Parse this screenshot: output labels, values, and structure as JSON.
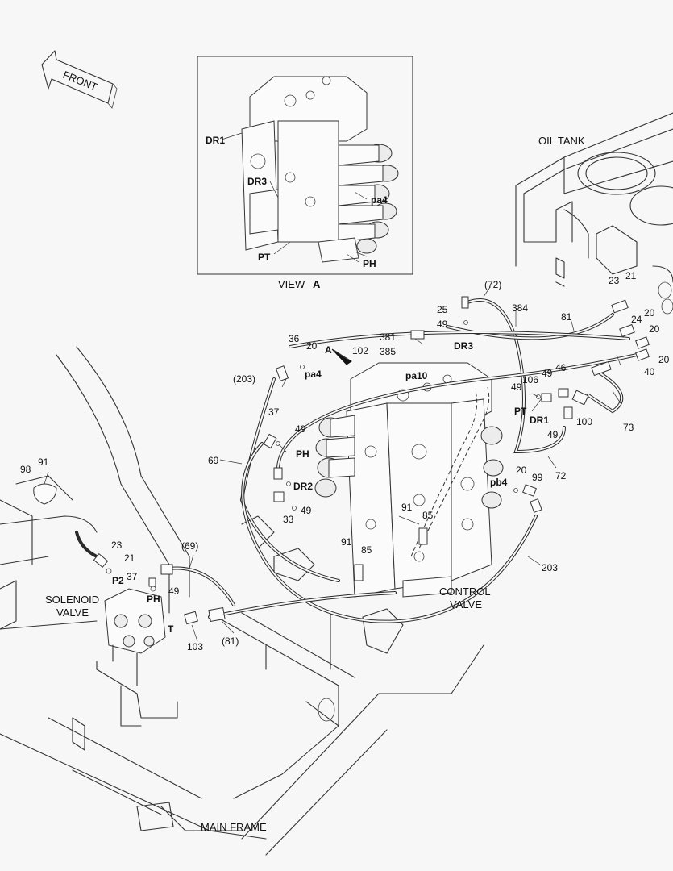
{
  "inset": {
    "caption_prefix": "VIEW",
    "caption_letter": "A",
    "ports": [
      "DR1",
      "DR3",
      "pa4",
      "PT",
      "PH"
    ]
  },
  "front_label": "FRONT",
  "oil_tank": "OIL TANK",
  "solenoid_valve": [
    "SOLENOID",
    "VALVE"
  ],
  "control_valve": [
    "CONTROL",
    "VALVE"
  ],
  "main_frame": "MAIN FRAME",
  "view_marker": "A",
  "ports": {
    "dr3": "DR3",
    "pa4": "pa4",
    "pa10": "pa10",
    "ph_cv": "PH",
    "dr2": "DR2",
    "pt": "PT",
    "dr1": "DR1",
    "pb4": "pb4",
    "p2": "P2",
    "ph_sv": "PH",
    "t": "T"
  },
  "labels": {
    "l72p": "(72)",
    "l384": "384",
    "l25": "25",
    "l49a": "49",
    "l381": "381",
    "l385": "385",
    "l81": "81",
    "l23a": "23",
    "l21a": "21",
    "l20a": "20",
    "l24": "24",
    "l20b": "20",
    "l20c": "20",
    "l40": "40",
    "l36": "36",
    "l20d": "20",
    "l102": "102",
    "l203p": "(203)",
    "l106": "106",
    "l49b": "49",
    "l46": "46",
    "l49c": "49",
    "l100": "100",
    "l73": "73",
    "l49d": "49",
    "l72": "72",
    "l37a": "37",
    "l49e": "49",
    "l69": "69",
    "l33": "33",
    "l49f": "49",
    "l20e": "20",
    "l99": "99",
    "l91a": "91",
    "l85a": "85",
    "l91b": "91",
    "l85b": "85",
    "l203": "203",
    "l98": "98",
    "l91c": "91",
    "l69p": "(69)",
    "l23b": "23",
    "l21b": "21",
    "l37b": "37",
    "l49g": "49",
    "l103": "103",
    "l81p": "(81)"
  }
}
